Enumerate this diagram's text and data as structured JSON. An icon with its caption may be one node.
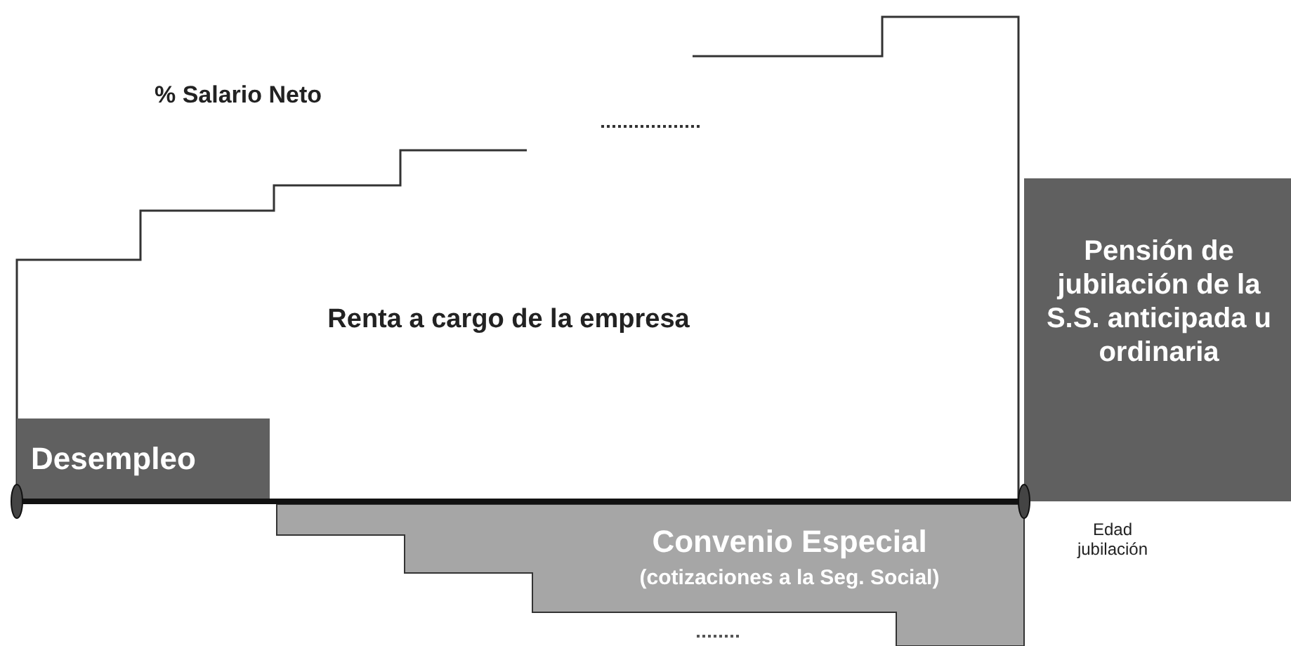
{
  "diagram": {
    "nodes": [
      {
        "text": [
          "Renta a cargo de la empresa"
        ]
      },
      {
        "text": [
          "Desempleo"
        ],
        "in": 0
      },
      {
        "text": [
          "Convenio Especial",
          "(cotizaciones a la Seg. Social)"
        ]
      },
      {
        "text": [
          "Pensión de jubilación de la S.S. anticipada u ordinaria"
        ]
      }
    ],
    "labels": [
      "% Salario Neto",
      "Edad jubilación"
    ]
  }
}
